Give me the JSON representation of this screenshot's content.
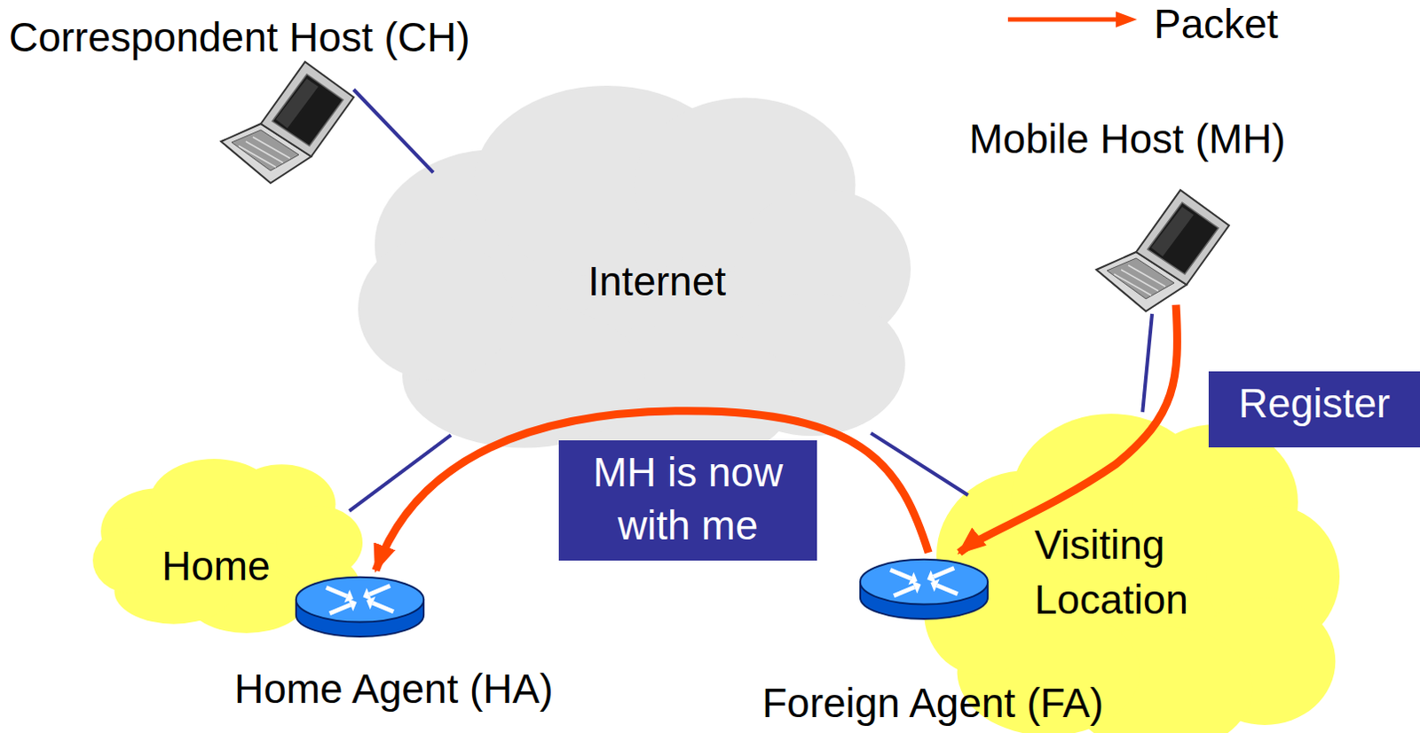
{
  "diagram": {
    "nodes": [
      {
        "text": [
          "Correspondent Host (CH)"
        ]
      },
      {
        "text": [
          "Internet"
        ]
      },
      {
        "text": [
          "Mobile Host (MH)"
        ]
      },
      {
        "text": [
          "Home"
        ]
      },
      {
        "text": [
          "Home Agent (HA)"
        ],
        "in": 3
      },
      {
        "text": [
          "Visiting Location"
        ]
      },
      {
        "text": [
          "Foreign Agent (FA)"
        ],
        "in": 5
      }
    ],
    "edges": [
      {
        "from": 2,
        "to": 6,
        "arrow": "to",
        "label": "Register"
      },
      {
        "from": 6,
        "to": 4,
        "arrow": "to",
        "label": "MH is now with me"
      },
      {
        "from": 0,
        "to": 1,
        "arrow": "none"
      },
      {
        "from": 1,
        "to": 3,
        "arrow": "none"
      },
      {
        "from": 1,
        "to": 5,
        "arrow": "none"
      },
      {
        "from": 2,
        "to": 5,
        "arrow": "none"
      }
    ],
    "legend": [
      {
        "text": "Packet"
      }
    ]
  }
}
